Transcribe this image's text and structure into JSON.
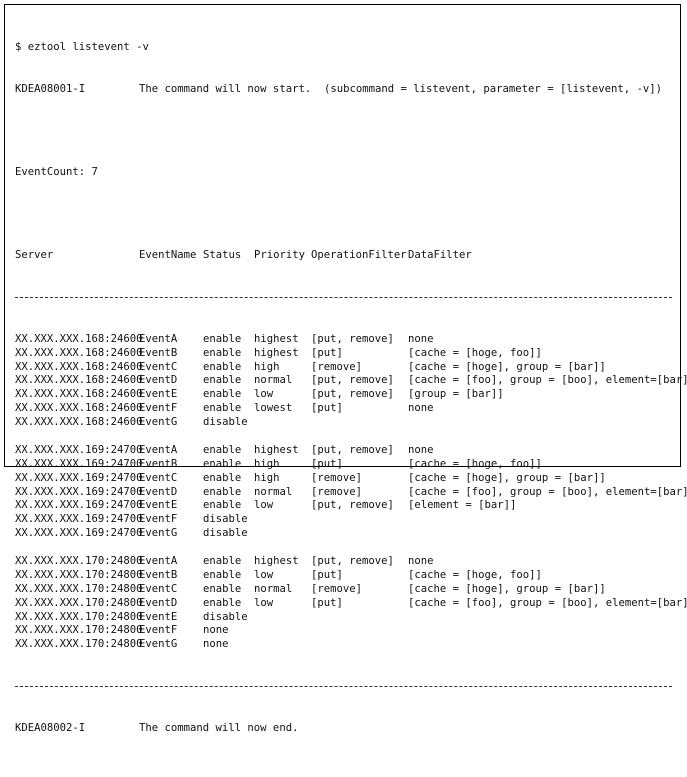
{
  "command": "$ eztool listevent -v",
  "start_msg": {
    "code": "KDEA08001-I",
    "text": "The command will now start.  (subcommand = listevent, parameter = [listevent, -v])"
  },
  "event_count": "EventCount: 7",
  "headers": [
    "Server",
    "EventName",
    "Status",
    "Priority",
    "OperationFilter",
    "DataFilter"
  ],
  "groups": [
    [
      [
        "XX.XXX.XXX.168:24600",
        "EventA",
        "enable",
        "highest",
        "[put, remove]",
        "none"
      ],
      [
        "XX.XXX.XXX.168:24600",
        "EventB",
        "enable",
        "highest",
        "[put]",
        "[cache = [hoge, foo]]"
      ],
      [
        "XX.XXX.XXX.168:24600",
        "EventC",
        "enable",
        "high",
        "[remove]",
        "[cache = [hoge], group = [bar]]"
      ],
      [
        "XX.XXX.XXX.168:24600",
        "EventD",
        "enable",
        "normal",
        "[put, remove]",
        "[cache = [foo], group = [boo], element=[bar]]"
      ],
      [
        "XX.XXX.XXX.168:24600",
        "EventE",
        "enable",
        "low",
        "[put, remove]",
        "[group = [bar]]"
      ],
      [
        "XX.XXX.XXX.168:24600",
        "EventF",
        "enable",
        "lowest",
        "[put]",
        "none"
      ],
      [
        "XX.XXX.XXX.168:24600",
        "EventG",
        "disable",
        "",
        "",
        ""
      ]
    ],
    [
      [
        "XX.XXX.XXX.169:24700",
        "EventA",
        "enable",
        "highest",
        "[put, remove]",
        "none"
      ],
      [
        "XX.XXX.XXX.169:24700",
        "EventB",
        "enable",
        "high",
        "[put]",
        "[cache = [hoge, foo]]"
      ],
      [
        "XX.XXX.XXX.169:24700",
        "EventC",
        "enable",
        "high",
        "[remove]",
        "[cache = [hoge], group = [bar]]"
      ],
      [
        "XX.XXX.XXX.169:24700",
        "EventD",
        "enable",
        "normal",
        "[remove]",
        "[cache = [foo], group = [boo], element=[bar]]"
      ],
      [
        "XX.XXX.XXX.169:24700",
        "EventE",
        "enable",
        "low",
        "[put, remove]",
        "[element = [bar]]"
      ],
      [
        "XX.XXX.XXX.169:24700",
        "EventF",
        "disable",
        "",
        "",
        ""
      ],
      [
        "XX.XXX.XXX.169:24700",
        "EventG",
        "disable",
        "",
        "",
        ""
      ]
    ],
    [
      [
        "XX.XXX.XXX.170:24800",
        "EventA",
        "enable",
        "highest",
        "[put, remove]",
        "none"
      ],
      [
        "XX.XXX.XXX.170:24800",
        "EventB",
        "enable",
        "low",
        "[put]",
        "[cache = [hoge, foo]]"
      ],
      [
        "XX.XXX.XXX.170:24800",
        "EventC",
        "enable",
        "normal",
        "[remove]",
        "[cache = [hoge], group = [bar]]"
      ],
      [
        "XX.XXX.XXX.170:24800",
        "EventD",
        "enable",
        "low",
        "[put]",
        "[cache = [foo], group = [boo], element=[bar]]"
      ],
      [
        "XX.XXX.XXX.170:24800",
        "EventE",
        "disable",
        "",
        "",
        ""
      ],
      [
        "XX.XXX.XXX.170:24800",
        "EventF",
        "none",
        "",
        "",
        ""
      ],
      [
        "XX.XXX.XXX.170:24800",
        "EventG",
        "none",
        "",
        "",
        ""
      ]
    ]
  ],
  "end_msg": {
    "code": "KDEA08002-I",
    "text": "The command will now end."
  }
}
